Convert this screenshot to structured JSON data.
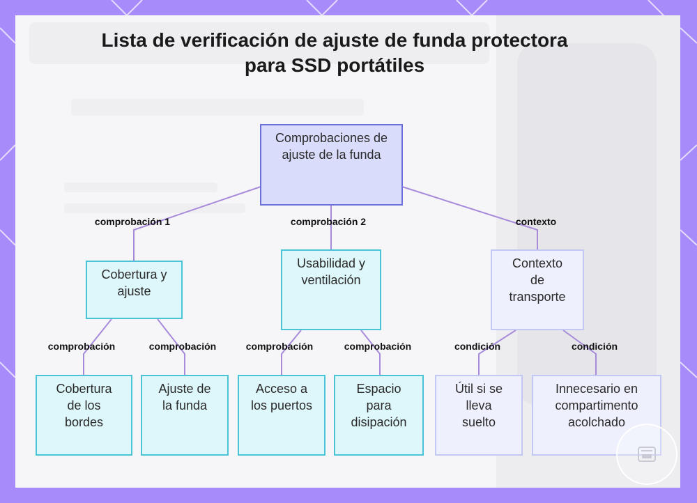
{
  "title": "Lista de verificación de ajuste de funda protectora para SSD portátiles",
  "nodes": {
    "root": "Comprobaciones de ajuste de la funda",
    "coverage": "Cobertura y ajuste",
    "usability": "Usabilidad y ventilación",
    "transport": "Contexto de transporte",
    "edges_coverage": "Cobertura de los bordes",
    "case_fit": "Ajuste de la funda",
    "port_access": "Acceso a los puertos",
    "heat_space": "Espacio para disipación",
    "loose": "Útil si se lleva suelto",
    "padded": "Innecesario en compartimento acolchado"
  },
  "edge_labels": {
    "check1": "comprobación 1",
    "check2": "comprobación 2",
    "context": "contexto",
    "check_a": "comprobación",
    "check_b": "comprobación",
    "check_c": "comprobación",
    "check_d": "comprobación",
    "cond_a": "condición",
    "cond_b": "condición"
  },
  "colors": {
    "frame": "#a78bfa",
    "edge": "#a78bdb",
    "root_fill": "#d9dcfb",
    "root_border": "#6b6fd8",
    "teal_fill": "#def7fb",
    "teal_border": "#4ac3d6",
    "lavender_fill": "#eef0fd",
    "lavender_border": "#c3c7f3"
  },
  "icons": [
    "logo-badge-icon"
  ]
}
